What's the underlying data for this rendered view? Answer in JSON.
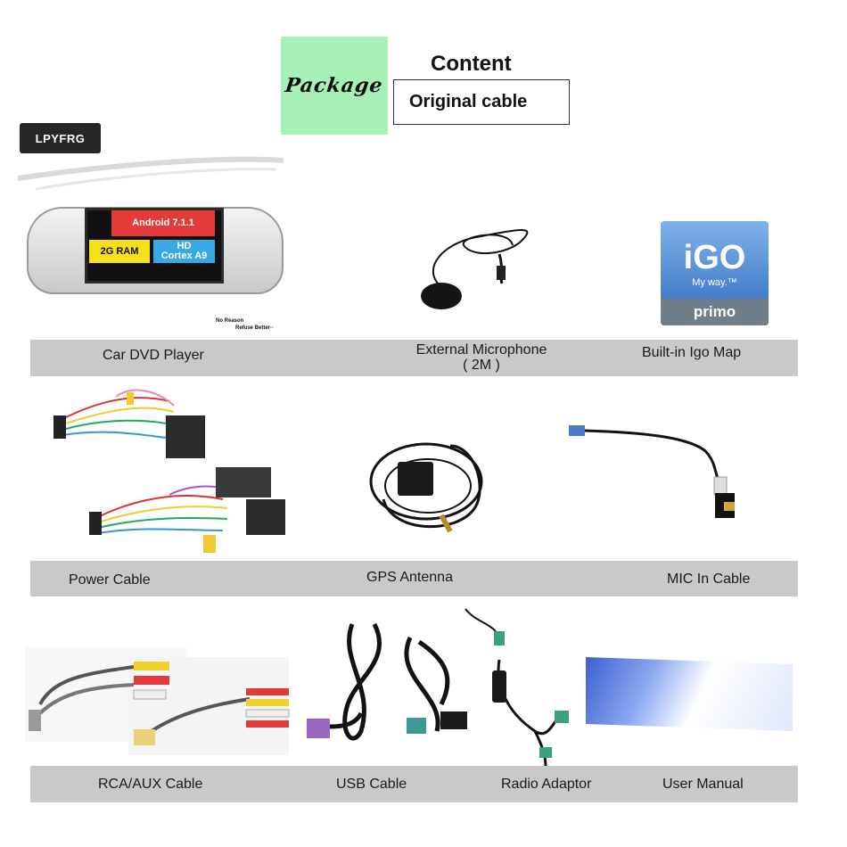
{
  "header": {
    "package_label": "Package",
    "content_title": "Content",
    "original_cable": "Original cable",
    "brand": "LPYFRG"
  },
  "dvd_screen": {
    "android": "Android 7.1.1",
    "ram": "2G RAM",
    "hd": "HD",
    "cortex": "Cortex A9",
    "note1": "No Reason",
    "note2": "Refuse Better··"
  },
  "igo": {
    "logo": "iGO",
    "tagline": "My way.™",
    "edition": "primo"
  },
  "row1": {
    "car_dvd": "Car DVD Player",
    "mic_line1": "External Microphone",
    "mic_line2": "( 2M )",
    "igo_map": "Built-in Igo Map"
  },
  "row2": {
    "power": "Power Cable",
    "gps": "GPS Antenna",
    "mic_in": "MIC In Cable"
  },
  "row3": {
    "rca": "RCA/AUX Cable",
    "usb": "USB Cable",
    "radio": "Radio Adaptor",
    "manual": "User Manual"
  },
  "colors": {
    "package_bg": "#a6f1b8",
    "band": "#c9c9c9",
    "brand_bg": "#262626",
    "tile_red": "#e43a3a",
    "tile_yellow": "#f6e01c",
    "tile_blue": "#39a9e5"
  }
}
